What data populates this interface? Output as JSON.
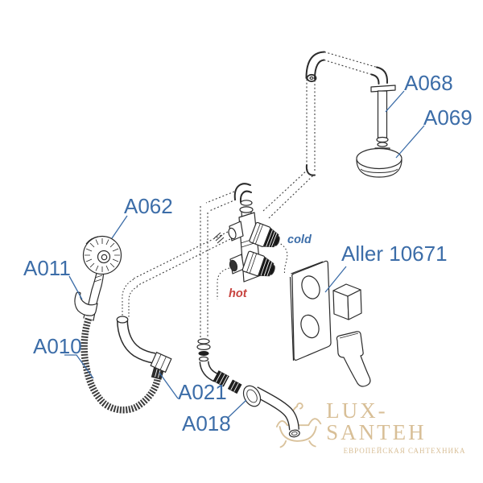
{
  "diagram": {
    "part_labels": {
      "a068": "A068",
      "a069": "A069",
      "a062": "A062",
      "a011": "A011",
      "a010": "A010",
      "a021": "A021",
      "a018": "A018"
    },
    "product_label": "Aller 10671",
    "water_labels": {
      "cold": "cold",
      "hot": "hot"
    }
  },
  "watermark": {
    "brand": "LUX-SANTEH",
    "tagline": "ЕВРОПЕЙСКАЯ САНТЕХНИКА"
  },
  "colors": {
    "label_blue": "#3c6da8",
    "hot_red": "#c7423e",
    "tan": "#d8bf97",
    "line": "#2b2b2b"
  }
}
